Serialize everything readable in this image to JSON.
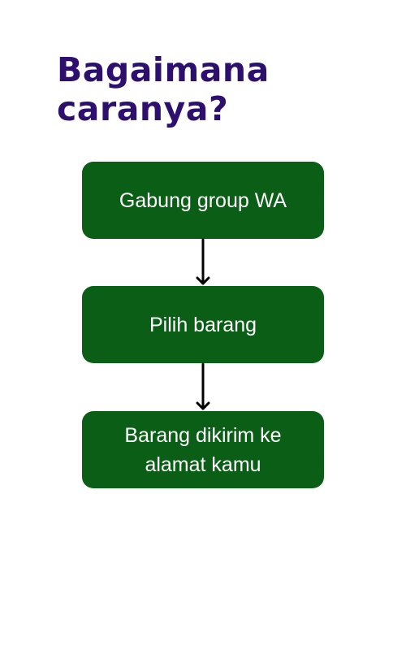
{
  "title": {
    "line1": "Bagaimana",
    "line2": "caranya?"
  },
  "steps": [
    {
      "label": "Gabung group WA"
    },
    {
      "label": "Pilih barang"
    },
    {
      "label": "Barang dikirim ke alamat kamu"
    }
  ],
  "colors": {
    "title": "#2d0f6e",
    "box": "#0b5e16",
    "box_text": "#ffffff",
    "arrow": "#000000",
    "background": "#ffffff"
  }
}
